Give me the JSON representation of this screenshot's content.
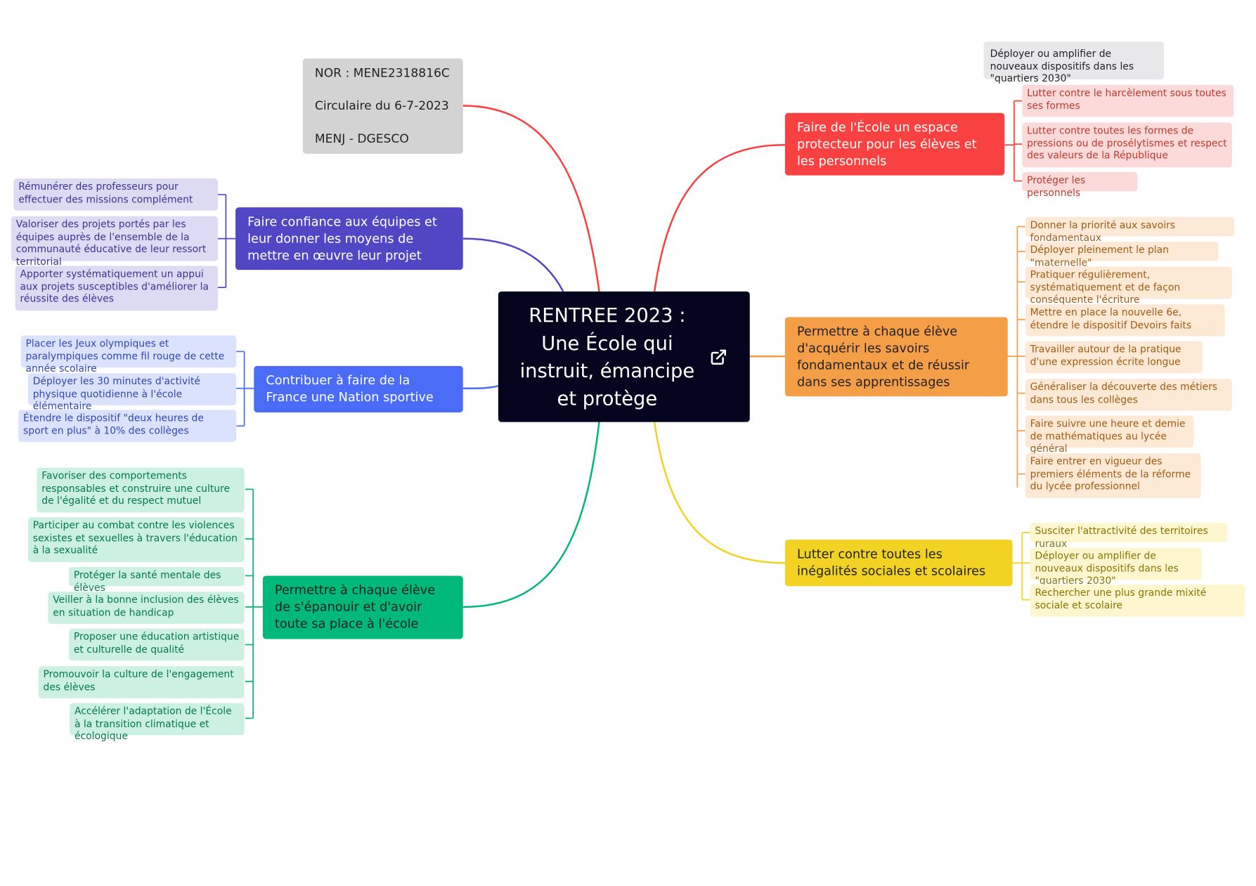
{
  "center": {
    "lines": [
      "RENTREE 2023 :",
      "Une École qui",
      "instruit, émancipe",
      "et protège"
    ],
    "icon": "external-link-icon"
  },
  "meta": {
    "lines": [
      "NOR : MENE2318816C",
      "Circulaire du 6-7-2023",
      "MENJ - DGESCO"
    ]
  },
  "top_note": "Déployer ou amplifier de nouveaux dispositifs dans les \"quartiers 2030\"",
  "colors": {
    "red": "#f94141",
    "orange": "#f59e48",
    "yellow": "#f2d323",
    "green": "#00b87a",
    "blue": "#4a6cf7",
    "purple": "#5147c4"
  },
  "branches": [
    {
      "label": "Faire de l'École un espace protecteur pour les élèves et les personnels",
      "leaves": [
        "Lutter contre le harcèlement sous toutes ses formes",
        "Lutter contre toutes les formes de pressions ou de prosélytismes et respect des valeurs de la République",
        "Protéger les personnels"
      ]
    },
    {
      "label": "Permettre à chaque élève d'acquérir les savoirs fondamentaux et de réussir dans ses apprentissages",
      "leaves": [
        "Donner la priorité aux savoirs fondamentaux",
        "Déployer pleinement le plan \"maternelle\"",
        "Pratiquer régulièrement, systématiquement et de façon conséquente l'écriture",
        "Mettre en place la nouvelle 6e, étendre le dispositif Devoirs faits",
        "Travailler autour de la pratique d'une expression écrite longue",
        "Généraliser la découverte des métiers dans tous les collèges",
        "Faire suivre une heure et demie de mathématiques au lycée général",
        "Faire entrer en vigueur des premiers éléments de la réforme du lycée professionnel"
      ]
    },
    {
      "label": "Lutter contre toutes les inégalités sociales et scolaires",
      "leaves": [
        "Susciter l'attractivité des territoires ruraux",
        "Déployer ou amplifier de nouveaux dispositifs dans les \"quartiers 2030\"",
        "Rechercher une plus grande mixité sociale et scolaire"
      ]
    },
    {
      "label": "Permettre à chaque élève de s'épanouir et d'avoir toute sa place à l'école",
      "leaves": [
        "Favoriser des comportements responsables et construire une culture de l'égalité et du respect mutuel",
        "Participer au combat contre les violences sexistes et sexuelles à travers l'éducation à la sexualité",
        "Protéger la santé mentale des élèves",
        "Veiller à la bonne inclusion des élèves en situation de handicap",
        "Proposer une éducation artistique et culturelle de qualité",
        "Promouvoir la culture de l'engagement des élèves",
        "Accélérer l'adaptation de l'École à la transition climatique et écologique"
      ]
    },
    {
      "label": "Contribuer à faire de la France une Nation sportive",
      "leaves": [
        "Placer les Jeux olympiques et paralympiques comme fil rouge de cette année scolaire",
        "Déployer les 30 minutes d'activité physique quotidienne à l'école élémentaire",
        "Étendre le dispositif \"deux heures de sport en plus\" à 10% des collèges"
      ]
    },
    {
      "label": "Faire confiance aux équipes et leur donner les moyens de mettre en œuvre leur projet",
      "leaves": [
        "Rémunérer des professeurs pour effectuer des missions complément",
        "Valoriser des projets portés par les équipes auprès de l'ensemble de la communauté éducative de leur ressort territorial",
        "Apporter systématiquement un appui aux projets susceptibles d'améliorer la réussite des élèves"
      ]
    }
  ]
}
